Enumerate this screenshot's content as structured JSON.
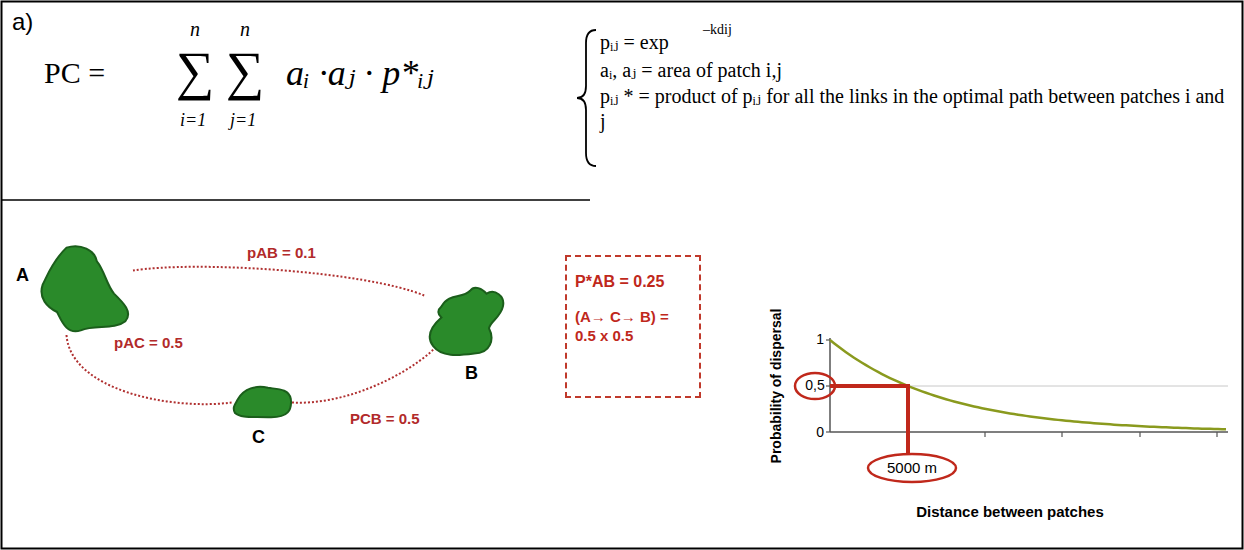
{
  "diagram": {
    "nodes": [
      {
        "text": [
          "A"
        ]
      },
      {
        "text": [
          "C"
        ]
      },
      {
        "text": [
          "B"
        ]
      },
      {
        "text": [
          "P*AB = 0.25",
          "(A→ C→ B) = 0.5 x 0.5"
        ]
      }
    ],
    "edges": [
      {
        "from": 0,
        "to": 2,
        "arrow": "none",
        "label": "pAB = 0.1"
      },
      {
        "from": 0,
        "to": 1,
        "arrow": "none",
        "label": "pAC = 0.5"
      },
      {
        "from": 1,
        "to": 2,
        "arrow": "none",
        "label": "PCB = 0.5"
      }
    ],
    "labels": [
      "a)",
      "PC =",
      "n",
      "∑",
      "i=1",
      "n",
      "∑",
      "j=1",
      "aᵢ ·aⱼ · p*ᵢⱼ",
      "pᵢⱼ = exp",
      "–kdij",
      "aᵢ, aⱼ = area of patch i,j",
      "pᵢⱼ * = product of pᵢⱼ for all the links in the optimal path between patches i and j",
      "1",
      "0,5",
      "0",
      "5000 m",
      "Probability of dispersal",
      "Distance between patches"
    ]
  }
}
